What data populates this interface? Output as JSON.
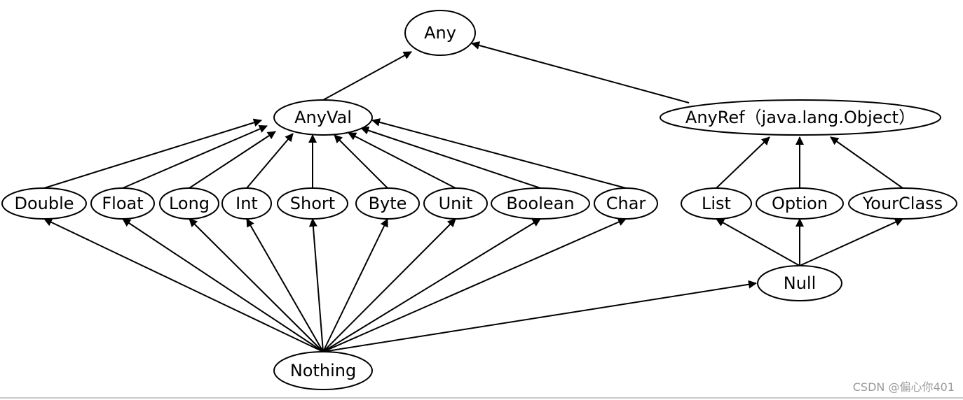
{
  "diagram": {
    "nodes": [
      {
        "id": "any",
        "label": "Any"
      },
      {
        "id": "anyval",
        "label": "AnyVal"
      },
      {
        "id": "anyref",
        "label": "AnyRef（java.lang.Object）"
      },
      {
        "id": "double",
        "label": "Double"
      },
      {
        "id": "float",
        "label": "Float"
      },
      {
        "id": "long",
        "label": "Long"
      },
      {
        "id": "int",
        "label": "Int"
      },
      {
        "id": "short",
        "label": "Short"
      },
      {
        "id": "byte",
        "label": "Byte"
      },
      {
        "id": "unit",
        "label": "Unit"
      },
      {
        "id": "boolean",
        "label": "Boolean"
      },
      {
        "id": "char",
        "label": "Char"
      },
      {
        "id": "list",
        "label": "List"
      },
      {
        "id": "option",
        "label": "Option"
      },
      {
        "id": "yourclass",
        "label": "YourClass"
      },
      {
        "id": "null",
        "label": "Null"
      },
      {
        "id": "nothing",
        "label": "Nothing"
      }
    ],
    "edges": [
      {
        "from": "anyval",
        "to": "any"
      },
      {
        "from": "anyref",
        "to": "any"
      },
      {
        "from": "double",
        "to": "anyval"
      },
      {
        "from": "float",
        "to": "anyval"
      },
      {
        "from": "long",
        "to": "anyval"
      },
      {
        "from": "int",
        "to": "anyval"
      },
      {
        "from": "short",
        "to": "anyval"
      },
      {
        "from": "byte",
        "to": "anyval"
      },
      {
        "from": "unit",
        "to": "anyval"
      },
      {
        "from": "boolean",
        "to": "anyval"
      },
      {
        "from": "char",
        "to": "anyval"
      },
      {
        "from": "list",
        "to": "anyref"
      },
      {
        "from": "option",
        "to": "anyref"
      },
      {
        "from": "yourclass",
        "to": "anyref"
      },
      {
        "from": "null",
        "to": "list"
      },
      {
        "from": "null",
        "to": "option"
      },
      {
        "from": "null",
        "to": "yourclass"
      },
      {
        "from": "nothing",
        "to": "double"
      },
      {
        "from": "nothing",
        "to": "float"
      },
      {
        "from": "nothing",
        "to": "long"
      },
      {
        "from": "nothing",
        "to": "int"
      },
      {
        "from": "nothing",
        "to": "short"
      },
      {
        "from": "nothing",
        "to": "byte"
      },
      {
        "from": "nothing",
        "to": "unit"
      },
      {
        "from": "nothing",
        "to": "boolean"
      },
      {
        "from": "nothing",
        "to": "char"
      },
      {
        "from": "nothing",
        "to": "null"
      }
    ]
  },
  "watermark": {
    "text": "CSDN @偏心你401"
  }
}
